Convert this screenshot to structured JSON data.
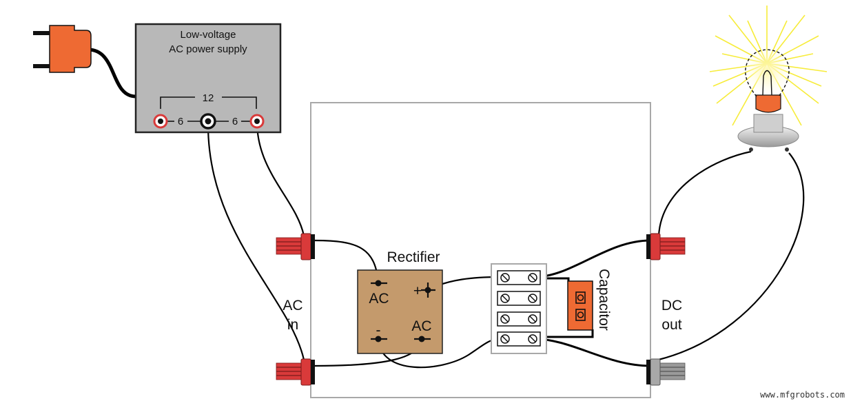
{
  "power_supply": {
    "title_line1": "Low-voltage",
    "title_line2": "AC power supply",
    "total_voltage": "12",
    "left_voltage": "6",
    "right_voltage": "6"
  },
  "rectifier": {
    "title": "Rectifier",
    "ac_top": "AC",
    "plus": "+",
    "minus": "-",
    "ac_bottom": "AC"
  },
  "capacitor": {
    "label": "Capacitor"
  },
  "ac_in": {
    "line1": "AC",
    "line2": "in"
  },
  "dc_out": {
    "line1": "DC",
    "line2": "out"
  },
  "watermark": "www.mfgrobots.com",
  "colors": {
    "plug_orange": "#ee6a33",
    "psu_gray": "#b8b8b8",
    "rectifier_tan": "#c49a6c",
    "terminal_red": "#d93a3a",
    "terminal_gray": "#9a9a9a",
    "bulb_ray_yellow": "#f7ec3a"
  }
}
